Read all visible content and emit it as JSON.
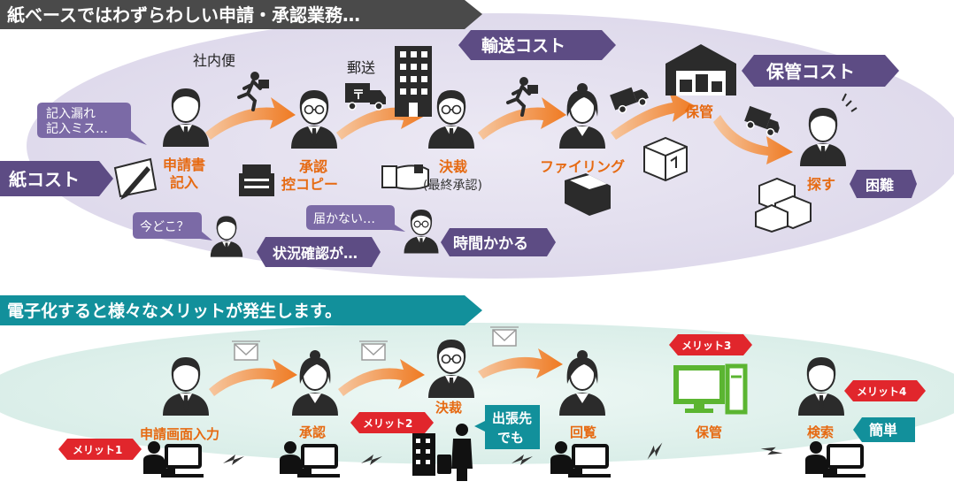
{
  "top": {
    "header": "紙ベースではわずらわしい申請・承認業務…",
    "banners": {
      "transport_cost": "輸送コスト",
      "storage_cost": "保管コスト",
      "paper_cost": "紙コスト",
      "status_check": "状況確認が…",
      "takes_time": "時間かかる",
      "difficult": "困難"
    },
    "bubbles": {
      "errors_line1": "記入漏れ",
      "errors_line2": "記入ミス…",
      "where_now": "今どこ？",
      "not_arriving": "届かない…"
    },
    "labels": {
      "internal_mail": "社内便",
      "post": "郵送",
      "apply_line1": "申請書",
      "apply_line2": "記入",
      "approve_line1": "承認",
      "approve_line2": "控コピー",
      "decision": "決裁",
      "decision_sub": "(最終承認)",
      "filing": "ファイリング",
      "storage": "保管",
      "search": "探す"
    }
  },
  "bottom": {
    "header": "電子化すると様々なメリットが発生します。",
    "labels": {
      "apply_input": "申請画面入力",
      "approve": "承認",
      "decision": "決裁",
      "circulate": "回覧",
      "storage": "保管",
      "search": "検索",
      "trip_line1": "出張先",
      "trip_line2": "でも",
      "easy": "簡単"
    },
    "merits": [
      "メリット1",
      "メリット2",
      "メリット3",
      "メリット4"
    ]
  },
  "colors": {
    "purple": "#5d4c84",
    "teal": "#12909b",
    "header_dark": "#4a4a4a",
    "orange_text": "#e66a12",
    "merit_red": "#e1262c",
    "monitor_green": "#5bb531",
    "lavender_bg": "#e4e1ef",
    "mint_bg": "#e3f2ee"
  }
}
